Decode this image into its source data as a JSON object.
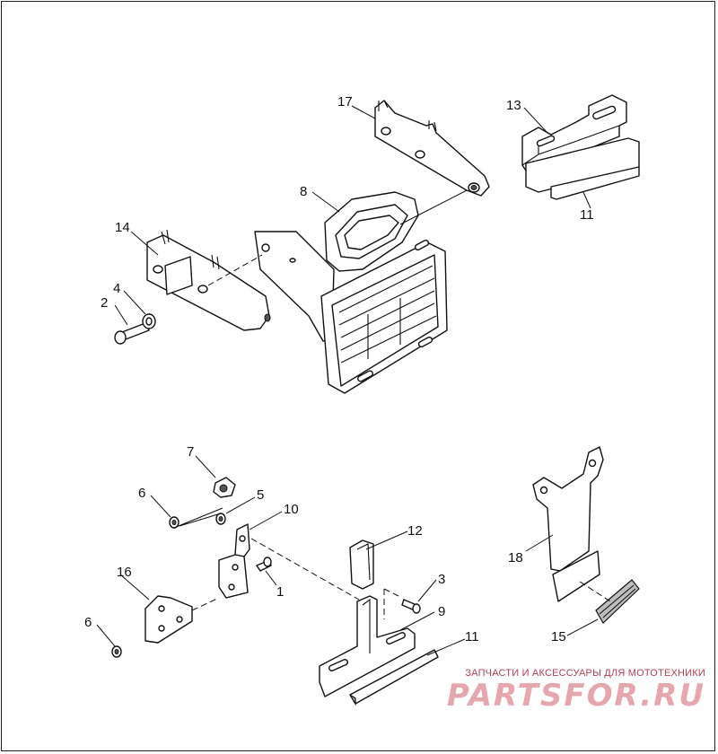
{
  "diagram": {
    "callouts": [
      "1",
      "2",
      "3",
      "4",
      "5",
      "6",
      "6",
      "7",
      "8",
      "9",
      "10",
      "11",
      "11",
      "12",
      "13",
      "14",
      "15",
      "16",
      "17",
      "18"
    ]
  },
  "watermark": {
    "subtitle": "ЗАПЧАСТИ И АКСЕССУАРЫ ДЛЯ МОТОТЕХНИКИ",
    "logo_text": "PARTSFOR.RU",
    "color": "#e5a7ad"
  }
}
